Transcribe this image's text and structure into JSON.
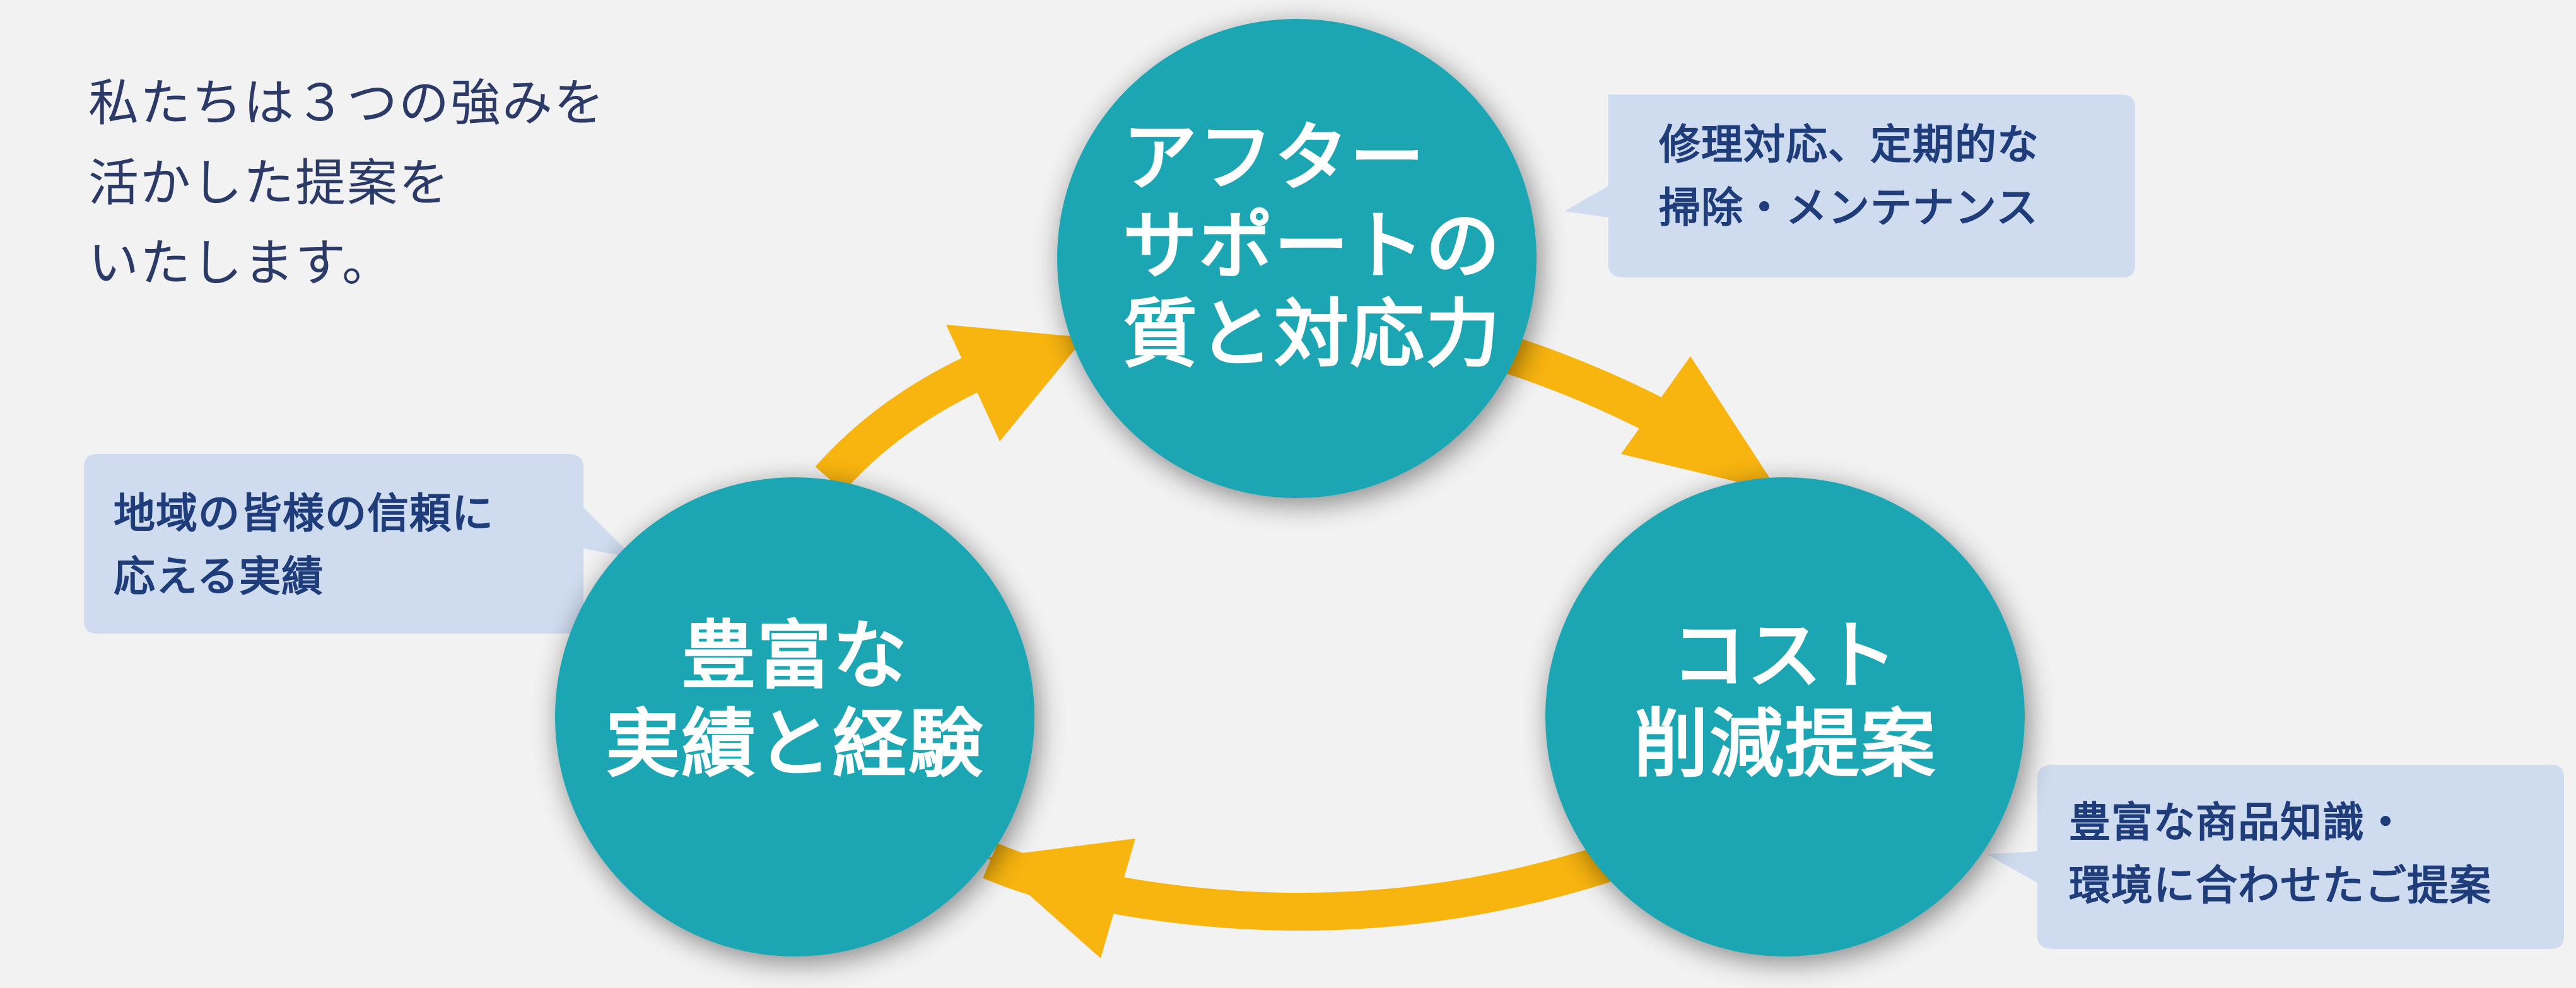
{
  "tagline": "私たちは３つの強みを\n活かした提案を\nいたします。",
  "colors": {
    "background": "#f2f2f2",
    "circle": "#1aa5b3",
    "arrow": "#f8b40f",
    "callout_bg": "#cfdcef",
    "callout_text": "#1f3d7a",
    "tagline_text": "#2b3a67"
  },
  "circles": {
    "top": {
      "label": "アフター\nサポートの\n質と対応力"
    },
    "left": {
      "label": "豊富な\n実績と経験"
    },
    "right": {
      "label": "コスト\n削減提案"
    }
  },
  "callouts": {
    "top": {
      "text": "修理対応、定期的な\n掃除・メンテナンス"
    },
    "left": {
      "text": "地域の皆様の信頼に\n応える実績"
    },
    "right": {
      "text": "豊富な商品知識・\n環境に合わせたご提案"
    }
  }
}
